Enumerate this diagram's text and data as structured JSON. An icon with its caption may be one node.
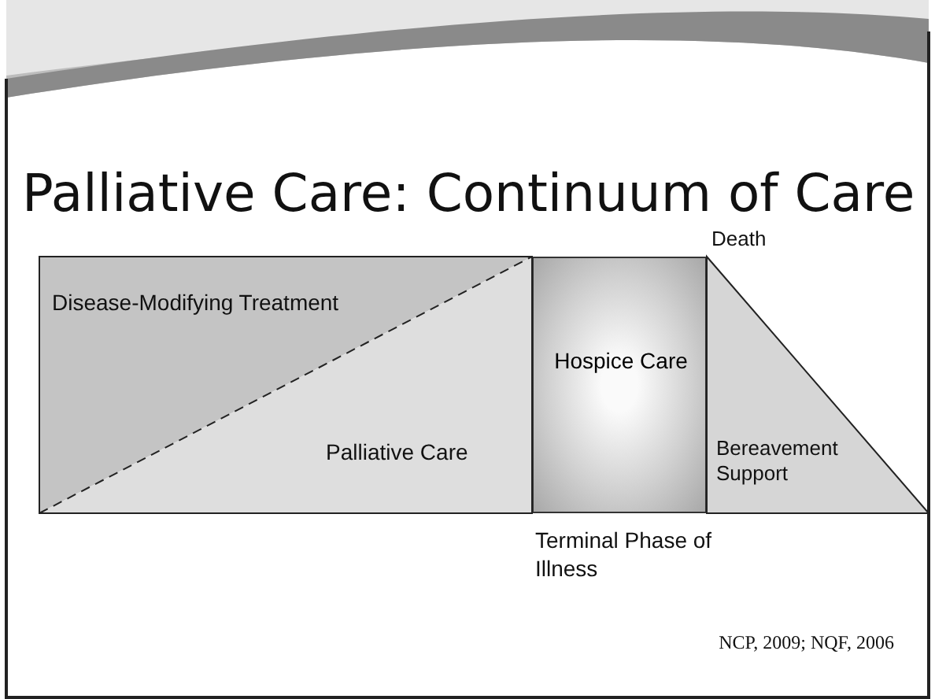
{
  "diagram": {
    "title": "Palliative Care: Continuum of Care",
    "nodes": [
      {
        "text": [
          "Disease-Modifying Treatment"
        ]
      },
      {
        "text": [
          "Palliative Care"
        ]
      },
      {
        "text": [
          "Hospice Care"
        ]
      },
      {
        "text": [
          "Bereavement Support"
        ]
      }
    ],
    "labels": [
      "Death",
      "Terminal Phase of Illness",
      "NCP, 2009; NQF, 2006"
    ]
  }
}
